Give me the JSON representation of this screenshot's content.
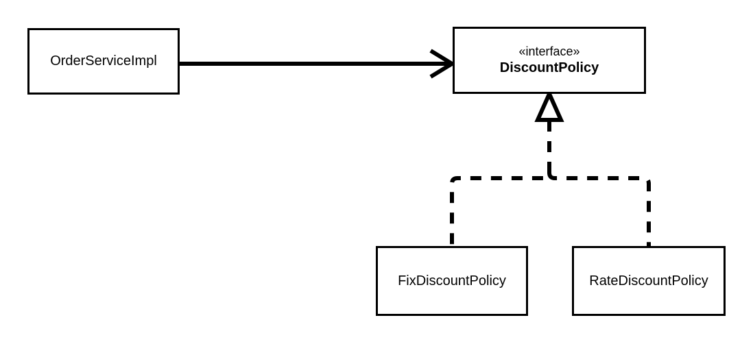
{
  "diagram": {
    "kind": "uml-class-diagram",
    "colors": {
      "stroke": "#000000",
      "fill": "#ffffff",
      "background": "#ffffff"
    },
    "classes": {
      "order_service_impl": {
        "name": "OrderServiceImpl",
        "kind": "class"
      },
      "discount_policy": {
        "stereotype": "«interface»",
        "name": "DiscountPolicy",
        "kind": "interface"
      },
      "fix_discount_policy": {
        "name": "FixDiscountPolicy",
        "kind": "class"
      },
      "rate_discount_policy": {
        "name": "RateDiscountPolicy",
        "kind": "class"
      }
    },
    "relations": [
      {
        "id": "association",
        "type": "association",
        "line": "solid",
        "arrowhead": "open",
        "from": "OrderServiceImpl",
        "to": "DiscountPolicy"
      },
      {
        "id": "realization-fix",
        "type": "realization",
        "line": "dashed",
        "arrowhead": "hollow-triangle",
        "from": "FixDiscountPolicy",
        "to": "DiscountPolicy"
      },
      {
        "id": "realization-rate",
        "type": "realization",
        "line": "dashed",
        "arrowhead": "hollow-triangle",
        "from": "RateDiscountPolicy",
        "to": "DiscountPolicy"
      }
    ]
  }
}
